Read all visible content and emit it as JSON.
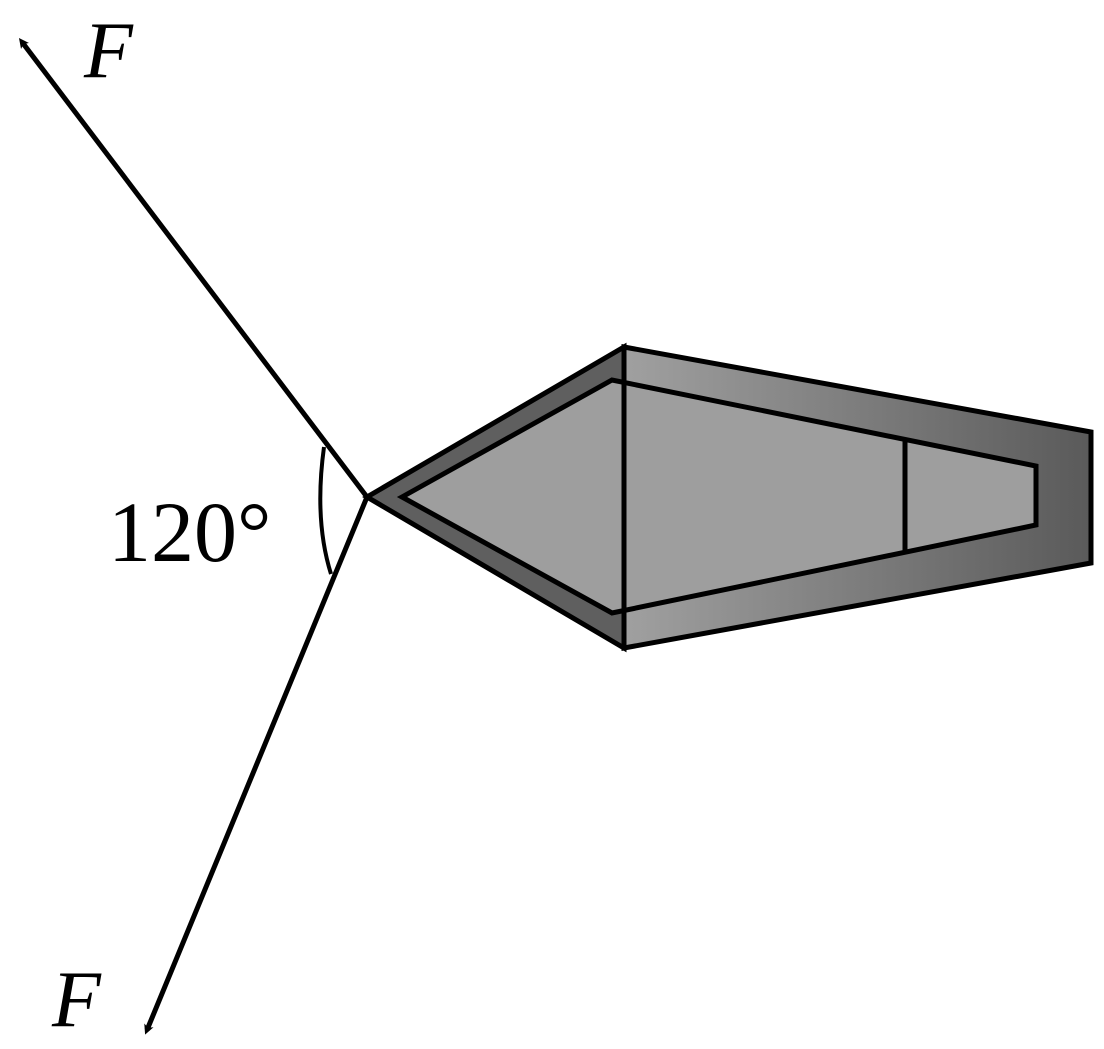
{
  "forces": [
    {
      "label": "F"
    },
    {
      "label": "F"
    }
  ],
  "angle": {
    "label": "120°"
  },
  "colors": {
    "stroke": "#000000",
    "hull_dark": "#5a5a5a",
    "hull_light": "#a0a0a0",
    "deck": "#9e9e9e",
    "background": "#ffffff"
  }
}
